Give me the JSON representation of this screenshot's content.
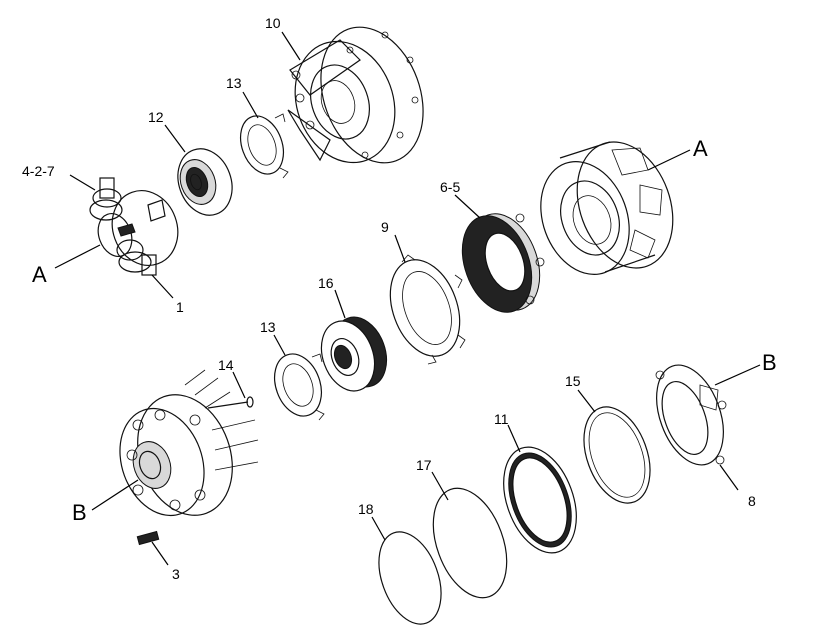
{
  "callouts": {
    "c10": "10",
    "c13a": "13",
    "c12": "12",
    "c427": "4-2-7",
    "cA1": "A",
    "c1": "1",
    "cA2": "A",
    "c65": "6-5",
    "c9": "9",
    "c16": "16",
    "c13b": "13",
    "c14": "14",
    "cB1": "B",
    "cB2": "B",
    "c15": "15",
    "c11": "11",
    "c17": "17",
    "c8": "8",
    "c18": "18",
    "c3": "3"
  }
}
